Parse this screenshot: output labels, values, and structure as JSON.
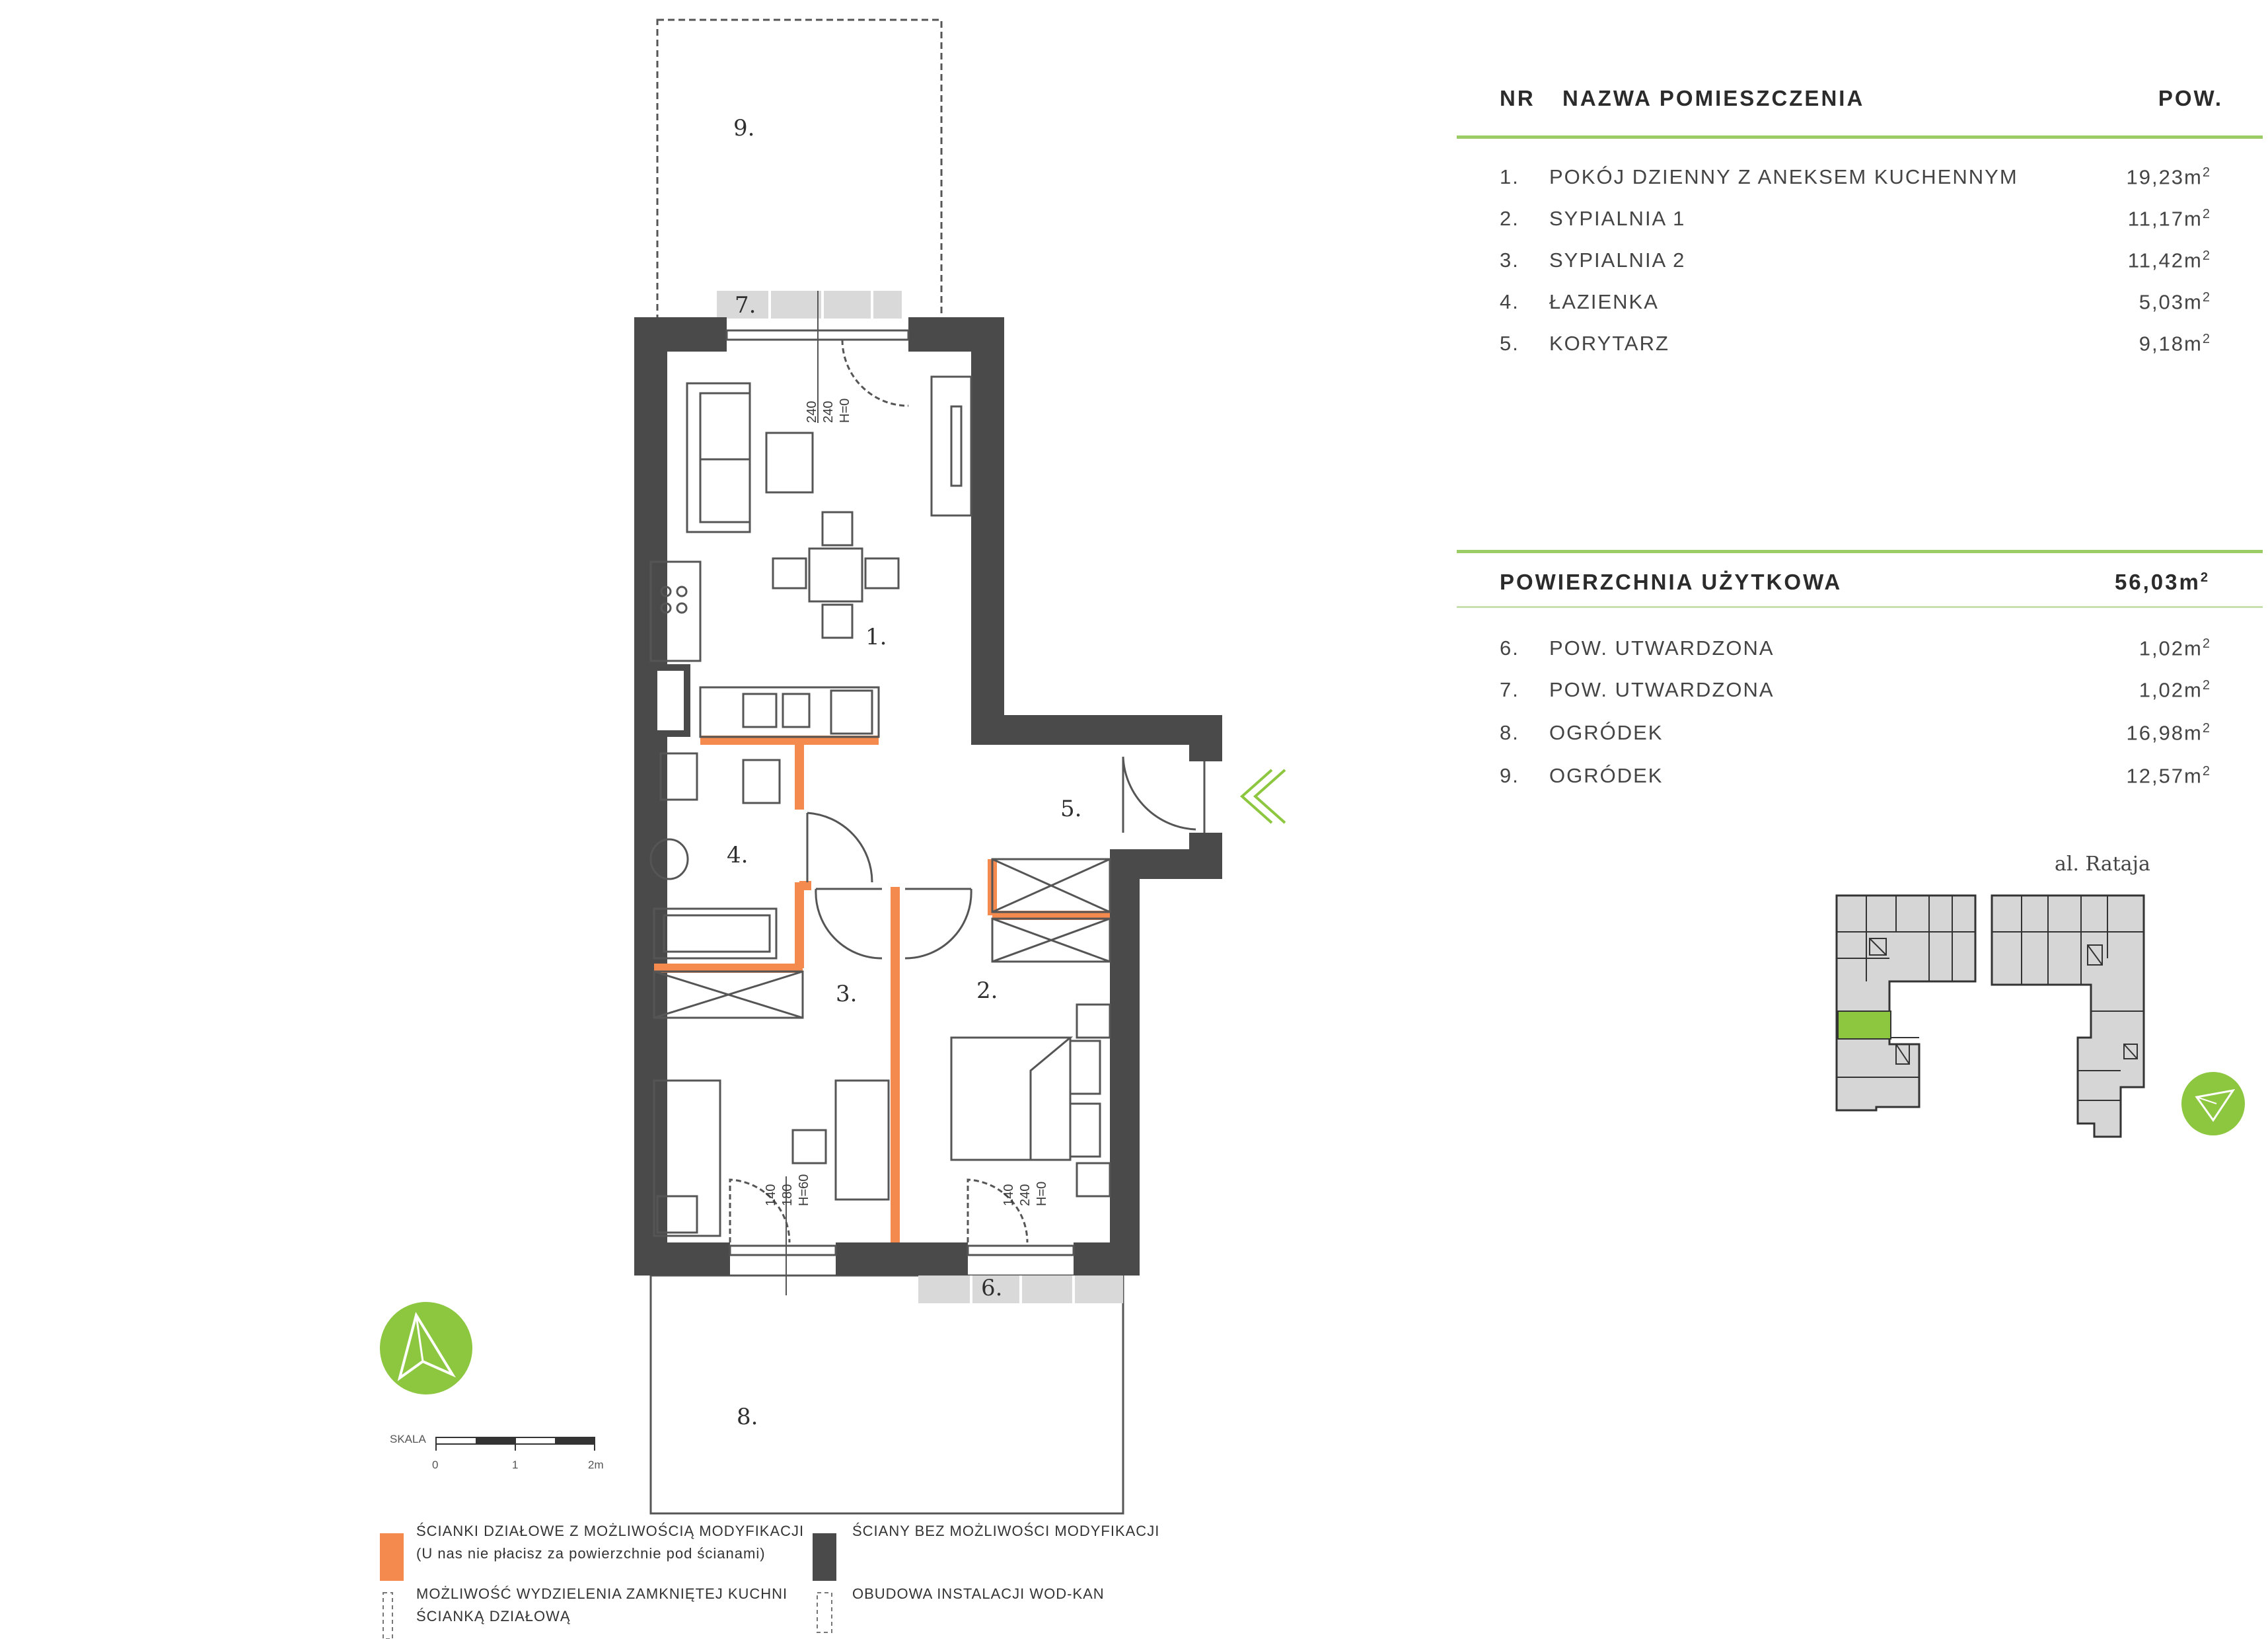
{
  "table": {
    "header": {
      "nr": "NR",
      "name": "NAZWA POMIESZCZENIA",
      "area": "POW."
    },
    "rooms": [
      {
        "nr": "1.",
        "name": "POKÓJ DZIENNY Z ANEKSEM KUCHENNYM",
        "area": "19,23m",
        "unit_exp": "2"
      },
      {
        "nr": "2.",
        "name": "SYPIALNIA 1",
        "area": "11,17m",
        "unit_exp": "2"
      },
      {
        "nr": "3.",
        "name": "SYPIALNIA 2",
        "area": "11,42m",
        "unit_exp": "2"
      },
      {
        "nr": "4.",
        "name": "ŁAZIENKA",
        "area": "5,03m",
        "unit_exp": "2"
      },
      {
        "nr": "5.",
        "name": "KORYTARZ",
        "area": "9,18m",
        "unit_exp": "2"
      }
    ],
    "total": {
      "label": "POWIERZCHNIA UŻYTKOWA",
      "value": "56,03m",
      "unit_exp": "2"
    },
    "outdoor": [
      {
        "nr": "6.",
        "name": "POW. UTWARDZONA",
        "area": "1,02m",
        "unit_exp": "2"
      },
      {
        "nr": "7.",
        "name": "POW. UTWARDZONA",
        "area": "1,02m",
        "unit_exp": "2"
      },
      {
        "nr": "8.",
        "name": "OGRÓDEK",
        "area": "16,98m",
        "unit_exp": "2"
      },
      {
        "nr": "9.",
        "name": "OGRÓDEK",
        "area": "12,57m",
        "unit_exp": "2"
      }
    ]
  },
  "plan": {
    "room_labels": [
      "1.",
      "2.",
      "3.",
      "4.",
      "5.",
      "6.",
      "7.",
      "8.",
      "9."
    ],
    "window_dims": {
      "top": [
        "240",
        "240",
        "H=0"
      ],
      "bottom_left": [
        "140",
        "180",
        "H=60"
      ],
      "bottom_right": [
        "140",
        "240",
        "H=0"
      ]
    }
  },
  "site": {
    "street": "al. Rataja"
  },
  "scale": {
    "label": "SKALA",
    "ticks": [
      "0",
      "1",
      "2m"
    ]
  },
  "legend": {
    "modifiable_walls": [
      "ŚCIANKI DZIAŁOWE Z MOŻLIWOŚCIĄ MODYFIKACJI",
      "(U nas nie płacisz za powierzchnie pod ścianami)"
    ],
    "fixed_walls": "ŚCIANY BEZ MOŻLIWOŚCI MODYFIKACJI",
    "closed_kitchen": [
      "MOŻLIWOŚĆ WYDZIELENIA ZAMKNIĘTEJ KUCHNI",
      "ŚCIANKĄ DZIAŁOWĄ"
    ],
    "installation": "OBUDOWA INSTALACJI WOD-KAN"
  },
  "colors": {
    "wall_fixed": "#4a4a4a",
    "wall_modifiable": "#f58a4f",
    "accent_green": "#8dc63f",
    "divider_green": "#9ccc65"
  },
  "icons": [
    "north-arrow-icon",
    "entrance-arrow-icon",
    "site-north-arrow-icon"
  ]
}
